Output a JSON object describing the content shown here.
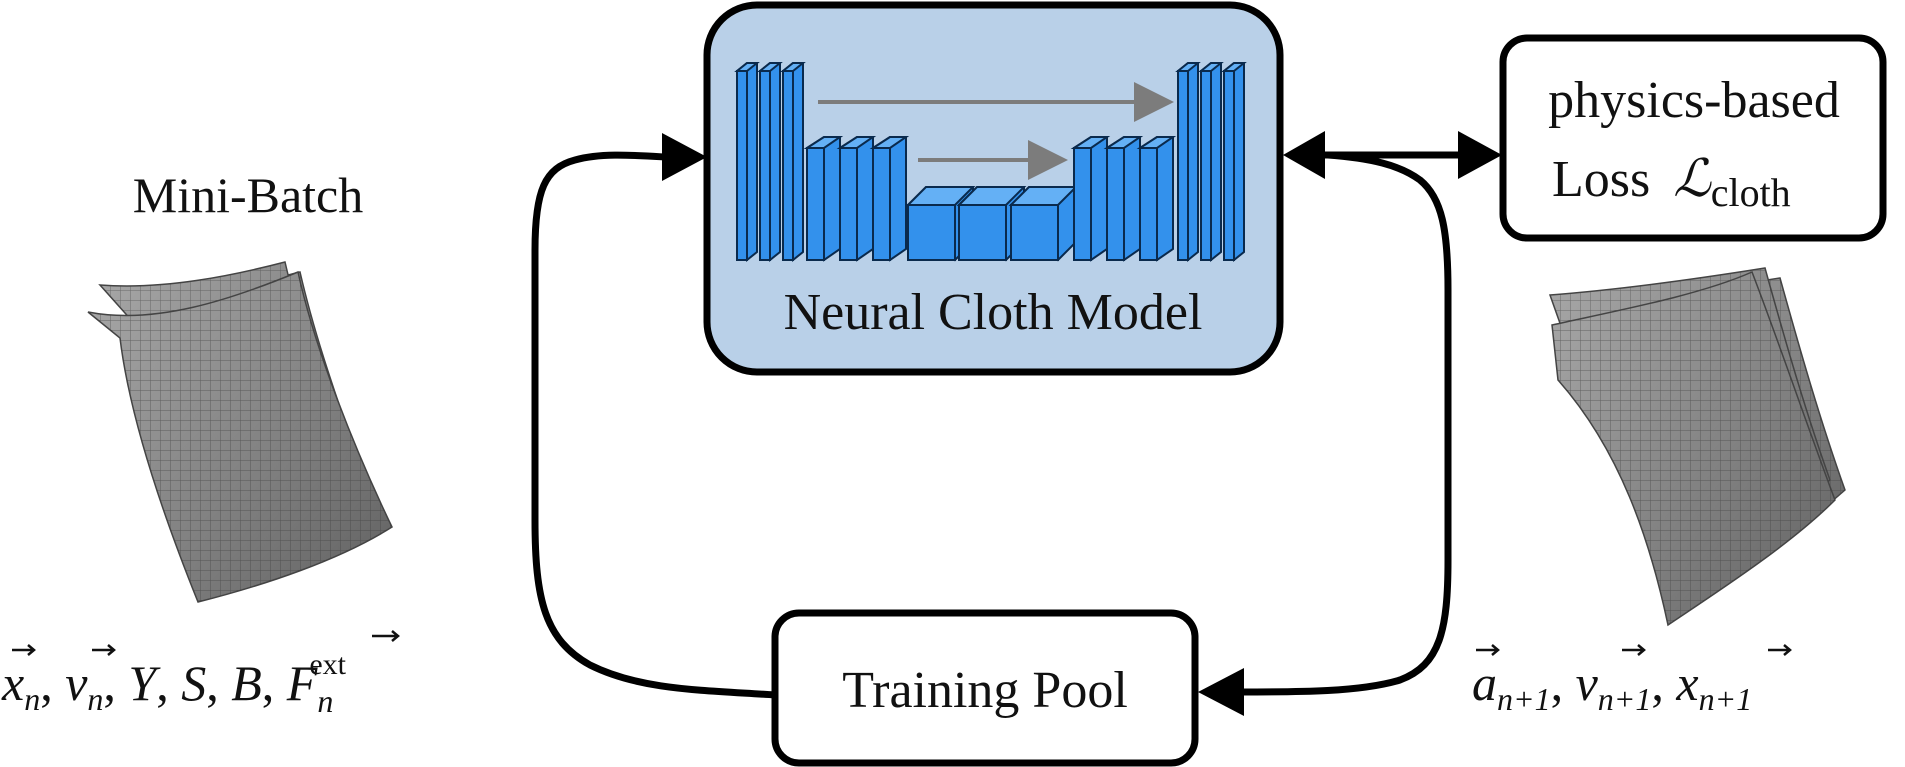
{
  "left_panel": {
    "title": "Mini-Batch",
    "inputs_formula": {
      "x_sym": "x",
      "x_sub": "n",
      "v_sym": "v",
      "v_sub": "n",
      "Y": "Y",
      "S": "S",
      "B": "B",
      "F_sym": "F",
      "F_sub": "n",
      "F_sup": "ext"
    }
  },
  "model_box": {
    "label": "Neural Cloth Model",
    "fill_color": "#b9d0e8",
    "layer_color": "#3391ec"
  },
  "loss_box": {
    "line1": "physics-based",
    "line2_prefix": "Loss",
    "symbol": "ℒ",
    "subscript": "cloth"
  },
  "pool_box": {
    "label": "Training Pool"
  },
  "right_panel": {
    "outputs_formula": {
      "a_sym": "a",
      "a_sub": "n+1",
      "v_sym": "v",
      "v_sub": "n+1",
      "x_sym": "x",
      "x_sub": "n+1"
    }
  }
}
